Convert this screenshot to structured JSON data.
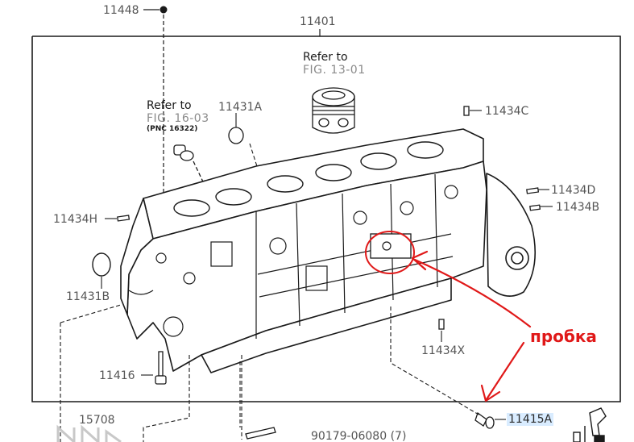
{
  "diagram": {
    "part_labels": {
      "p11448": "11448",
      "p11401": "11401",
      "p11431a": "11431A",
      "p11434c": "11434C",
      "p11434d": "11434D",
      "p11434b": "11434B",
      "p11434h": "11434H",
      "p11431b": "11431B",
      "p11434x": "11434X",
      "p11416": "11416",
      "p11415a": "11415A",
      "p15708": "15708",
      "p90179": "90179-06080 (7)"
    },
    "references": {
      "piston": {
        "line1": "Refer to",
        "line2": "FIG. 13-01"
      },
      "plug": {
        "line1": "Refer to",
        "line2": "FIG. 16-03",
        "line3": "(PNC 16322)"
      }
    },
    "annotation": {
      "text": "пробка",
      "color": "#e01818"
    },
    "colors": {
      "line": "#1a1a1a",
      "highlight": "#d9ecff",
      "annotation": "#e01818"
    }
  }
}
